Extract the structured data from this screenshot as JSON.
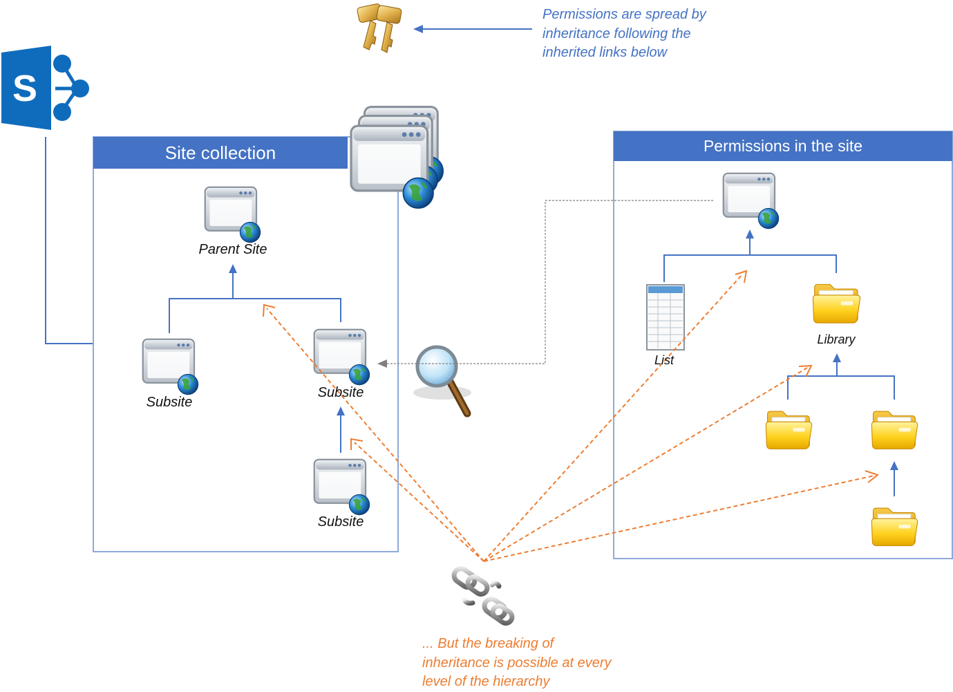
{
  "notes": {
    "keys": [
      "Permissions are spread by",
      "inheritance following the",
      "inherited links below"
    ],
    "breaking": [
      "... But the breaking of",
      "inheritance is possible at every",
      "level of the hierarchy"
    ]
  },
  "site_collection": {
    "title": "Site collection",
    "parent": "Parent Site",
    "subsite_left": "Subsite",
    "subsite_right": "Subsite",
    "subsite_bottom": "Subsite"
  },
  "permissions_site": {
    "title": "Permissions in the site",
    "list": "List",
    "library": "Library"
  },
  "logo": {
    "letter": "S"
  },
  "colors": {
    "panel_header": "#4472C4",
    "panel_border": "#8EA9DB",
    "arrow_blue": "#4472C4",
    "arrow_orange": "#ED7D31",
    "dotted_gray": "#7F7F7F",
    "sharepoint": "#0F6CBD"
  },
  "icons": [
    "sharepoint-logo-icon",
    "keys-icon",
    "site-window-icon",
    "globe-icon",
    "folder-icon",
    "list-icon",
    "magnifier-icon",
    "broken-chain-icon"
  ]
}
